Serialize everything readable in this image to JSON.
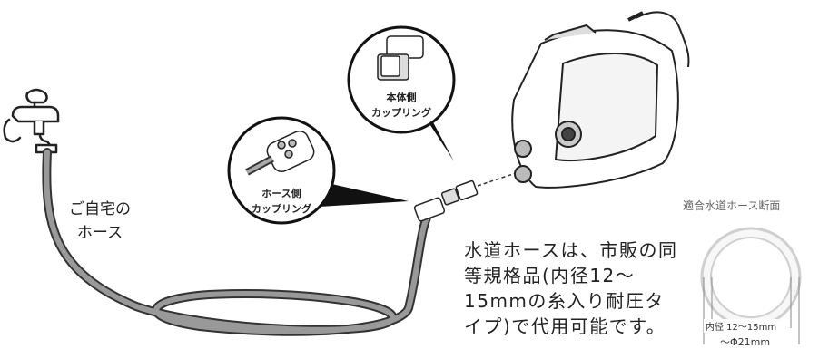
{
  "home_hose_label": [
    "ご自宅の",
    "ホース"
  ],
  "main_unit_coupling": [
    "本体側",
    "カップリング"
  ],
  "hose_coupling": [
    "ホース側",
    "カップリング"
  ],
  "description": "水道ホースは、市販の同等規格品(内径12〜15mmの糸入り耐圧タイプ)で代用可能です。",
  "cross_section": {
    "title": "適合水道ホース断面",
    "inner": "内径 12〜15mm",
    "outer": "〜Φ21mm"
  }
}
